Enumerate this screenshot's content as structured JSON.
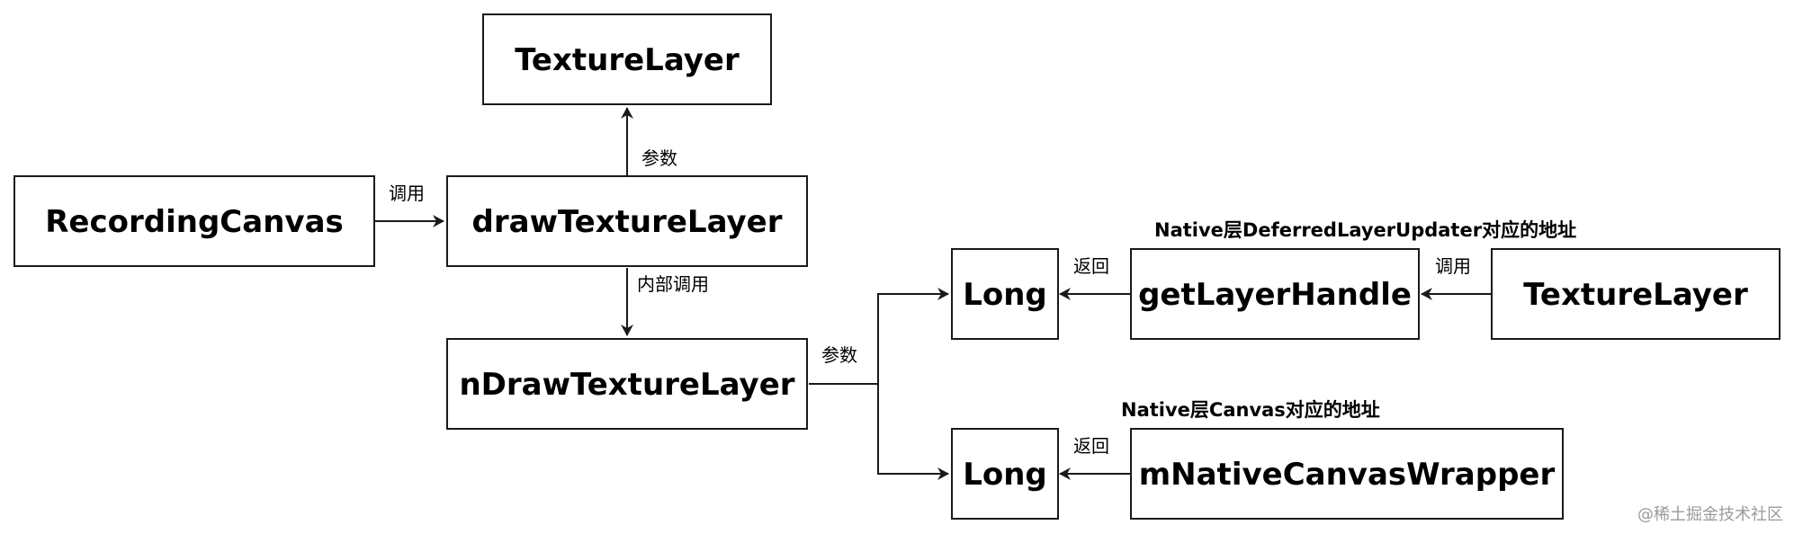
{
  "nodes": {
    "texture_layer_top": "TextureLayer",
    "recording_canvas": "RecordingCanvas",
    "draw_texture_layer": "drawTextureLayer",
    "n_draw_texture_layer": "nDrawTextureLayer",
    "long_top": "Long",
    "get_layer_handle": "getLayerHandle",
    "texture_layer_right": "TextureLayer",
    "long_bottom": "Long",
    "m_native_canvas_wrapper": "mNativeCanvasWrapper"
  },
  "edge_labels": {
    "param_to_texture_layer": "参数",
    "call_recording_to_draw": "调用",
    "internal_call": "内部调用",
    "param_split": "参数",
    "return_top": "返回",
    "call_texture_to_handle": "调用",
    "return_bottom": "返回"
  },
  "annotations": {
    "deferred_layer_updater": "Native层DeferredLayerUpdater对应的地址",
    "native_canvas": "Native层Canvas对应的地址"
  },
  "watermark": "@稀土掘金技术社区"
}
